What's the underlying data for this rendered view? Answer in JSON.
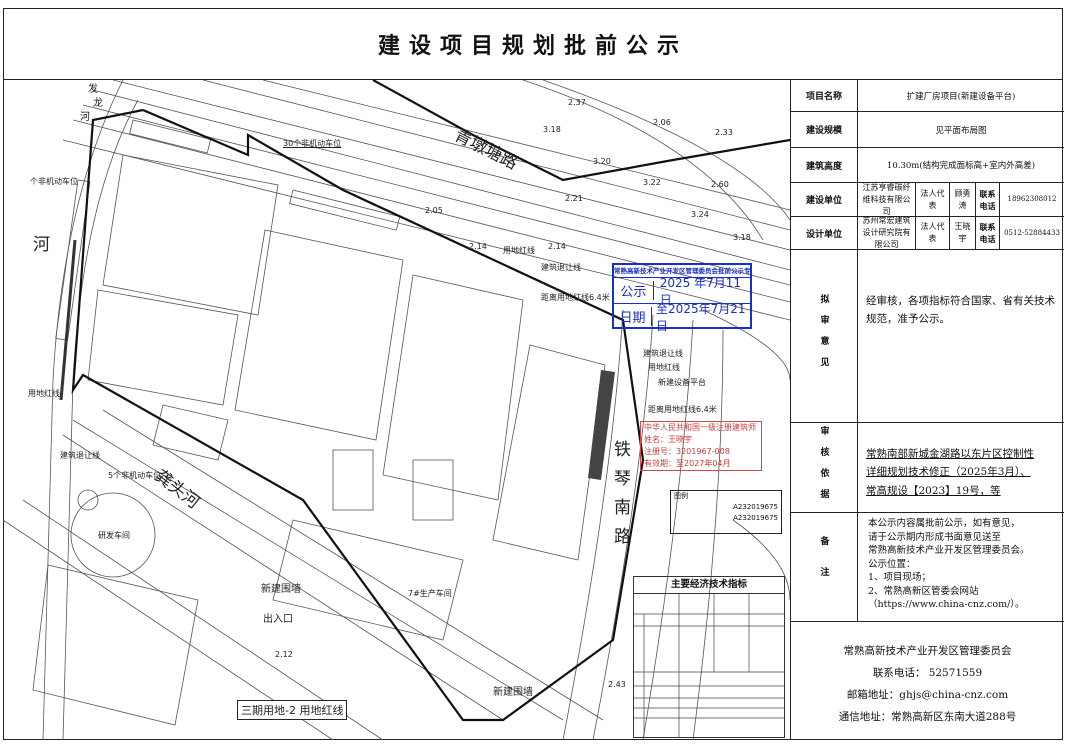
{
  "document": {
    "title": "建设项目规划批前公示"
  },
  "panel": {
    "project_name": {
      "label": "项目名称",
      "value": "扩建厂房项目(新建设备平台)"
    },
    "scale": {
      "label": "建设规模",
      "value": "见平面布局图"
    },
    "height": {
      "label": "建筑高度",
      "value": "10.30m(结构完成面标高+室内外高差)"
    },
    "builder": {
      "label": "建设单位",
      "name": "江苏亨睿碳纤维科技有限公司",
      "rep_label": "法人代表",
      "rep": "顾勇涛",
      "phone_label": "联系电话",
      "phone": "18962308012"
    },
    "designer": {
      "label": "设计单位",
      "name": "苏州常宏建筑设计研究院有限公司",
      "rep_label": "法人代表",
      "rep": "王晓宇",
      "phone_label": "联系电话",
      "phone": "0512-52884433"
    },
    "opinion": {
      "label": "拟审意见",
      "text": "经审核，各项指标符合国家、省有关技术规范，准予公示。"
    },
    "basis": {
      "label": "审核依据",
      "line1": "常熟南部新城金湖路以东片区控制性",
      "line2": "详细规划技术修正（2025年3月）、",
      "line3": "常高规设【2023】19号，等"
    },
    "notes": {
      "label": "备注",
      "lines": [
        "本公示内容属批前公示，如有意见，",
        "请于公示期内形成书面意见送至",
        "常熟高新技术产业开发区管理委员会。",
        "公示位置：",
        "1、项目现场；",
        "2、常熟高新区管委会网站",
        "（https://www.china-cnz.com/）。"
      ]
    },
    "footer": {
      "org": "常熟高新技术产业开发区管理委员会",
      "phone": "联系电话：  52571559",
      "email": "邮箱地址：ghjs@china-cnz.com",
      "address": "通信地址：常熟高新区东南大道288号"
    }
  },
  "map": {
    "labels": {
      "road_north": "青墩塘路",
      "road_east": "铁琴南路",
      "river_south": "龚头河",
      "river_west1": "发",
      "river_west2": "龙",
      "river_west3": "河",
      "river_west4": "河",
      "bike30": "30个非机动车位",
      "bike_left": "个非机动车位",
      "bike5": "5个非机动车位",
      "redline1": "用地红线",
      "redline2": "用地红线",
      "redline3": "用地红线",
      "setback1": "建筑退让线",
      "setback2": "建筑退让线",
      "setback3": "建筑退让线",
      "platform": "新建设备平台",
      "distance1": "距离用地红线6.4米",
      "distance2": "距离用地红线6.4米",
      "wall1": "新建围墙",
      "wall2": "新建围墙",
      "entrance": "出入口",
      "phase3": "三期用地-2 用地红线",
      "workshop7": "7#生产车间",
      "rnd": "研发车间",
      "elev": [
        "2.37",
        "2.06",
        "2.33",
        "3.18",
        "3.20",
        "3.22",
        "2.60",
        "2.21",
        "3.24",
        "3.18",
        "2.05",
        "2.14",
        "2.14",
        "2.12",
        "2.43"
      ]
    },
    "stamp_notice": {
      "header": "常熟高新技术产业开发区管理委员会批前公示专用章",
      "row1_label": "公示",
      "row1_value": "2025 年7月11日",
      "row2_label": "日期",
      "row2_value": "至2025年7月21日"
    },
    "stamp_architect": {
      "header": "中华人民共和国一级注册建筑师",
      "name": "姓名：王晓宇",
      "reg": "注册号：3201967-008",
      "valid": "有效期：至2027年04月"
    },
    "stamp_drawing": {
      "line1": "A232019675",
      "line2": "A232019675",
      "legend": "图例"
    },
    "econ_table": {
      "title": "主要经济技术指标"
    }
  },
  "colors": {
    "stamp_blue": "#1a2fc4",
    "stamp_red": "#c83c3c",
    "line": "#222222"
  }
}
